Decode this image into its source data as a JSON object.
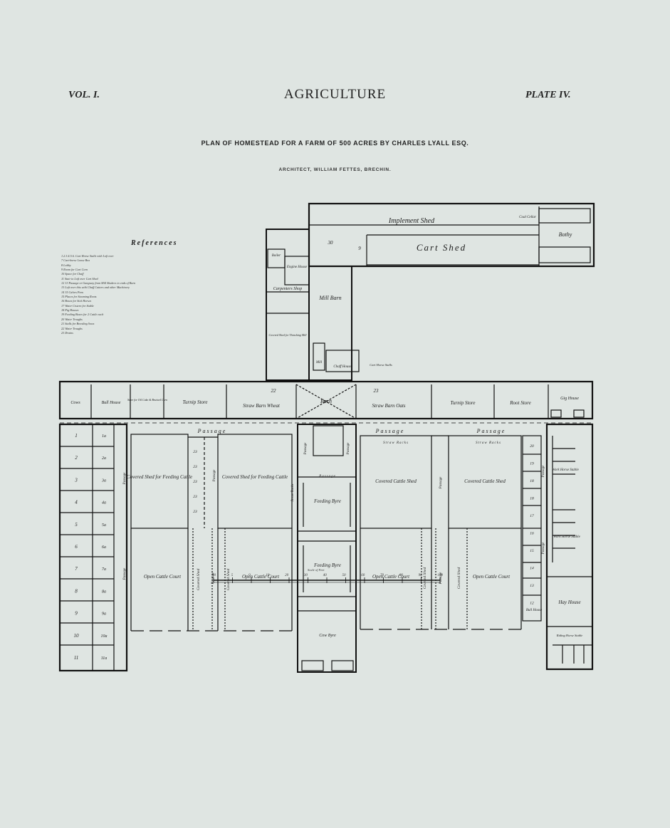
{
  "header": {
    "volume": "VOL. I.",
    "section": "AGRICULTURE",
    "plate": "PLATE IV."
  },
  "title": "PLAN OF HOMESTEAD FOR A FARM OF 500 ACRES BY CHARLES LYALL ESQ.",
  "architect": "ARCHITECT, WILLIAM FETTES, BRECHIN.",
  "references": {
    "heading": "References",
    "items": [
      "1.2.3.4.5.6. Cart Horse Stalls with Loft over",
      "7 Cart-horse Loose Box",
      "8 Lobby",
      "9 Room for Cart Corn",
      "10 Space for Chaff",
      "11 Stair to Loft over Cart Shed",
      "12 13 Passage or Gangway from Mill Shakers to ends of Barn",
      "13 Loft over this with Chaff Cutters and other Machinery",
      "14 15 Calves Pens",
      "15 Places for Steaming Roots",
      "16 Boxes for Sick Horses",
      "17 Water Cistern for Stable",
      "18 Pig Houses",
      "19 Feeding Boxes for 2 Cattle each",
      "20 Water Troughs",
      "21 Stalls for Breeding Sows",
      "22 Water Troughs",
      "23 Drains"
    ]
  },
  "plan_labels": {
    "implement_shed": "Implement Shed",
    "cart_shed": "Cart Shed",
    "coal_cellar": "Coal Cellar",
    "bothy": "Bothy",
    "boiler": "Boiler",
    "engine_house": "Engine House",
    "carpenters_shop": "Carpenters Shop",
    "mill_barn": "Mill Barn",
    "covered_shed_note": "Covered Shed for Thrashing Mill",
    "chaff_house": "Chaff House",
    "mill": "Mill",
    "cart_horse_stalls": "Cart Horse Stalls",
    "num_30": "30",
    "num_9": "9",
    "num_22": "22",
    "num_23": "23",
    "cows": "Cows",
    "bull_house": "Bull House",
    "store_oil_cake": "Store for Oil Cake & Bruised Corn",
    "turnip_store_left": "Turnip Store",
    "straw_barn_wheat": "Straw Barn Wheat",
    "barn": "Barn",
    "straw_barn_oats": "Straw Barn Oats",
    "turnip_store_right": "Turnip Store",
    "root_store": "Root Store",
    "gig_house": "Gig House",
    "passage": "Passage",
    "covered_shed_feeding": "Covered Shed for Feeding Cattle",
    "covered_cattle_shed": "Covered Cattle Shed",
    "straw_racks": "Straw Racks",
    "feeding_byre": "Feeding Byre",
    "cow_byre": "Cow Byre",
    "open_cattle_court": "Open Cattle Court",
    "covered_shed": "Covered Shed",
    "work_horse_stable": "Work Horse Stable",
    "bull_house_right": "Bull House",
    "hay_house": "Hay House",
    "riding_horse_stable": "Riding Horse Stable",
    "left_numbers": [
      "1",
      "2",
      "3",
      "4",
      "5",
      "6",
      "7",
      "8",
      "9",
      "10",
      "11"
    ],
    "left_numbers_alt": [
      "1a",
      "2a",
      "3a",
      "4a",
      "5a",
      "6a",
      "7a",
      "8a",
      "9a",
      "10a",
      "11a"
    ],
    "bay_numbers": [
      "23",
      "23",
      "23",
      "23",
      "23"
    ],
    "right_numbers": [
      "20",
      "19",
      "18",
      "18",
      "17",
      "16",
      "15",
      "14",
      "13",
      "12"
    ]
  },
  "scale": {
    "title": "Scale of Feet",
    "ticks": [
      "10",
      "5",
      "0",
      "10",
      "20",
      "30",
      "40",
      "50",
      "60",
      "70",
      "80",
      "90",
      "100"
    ]
  }
}
